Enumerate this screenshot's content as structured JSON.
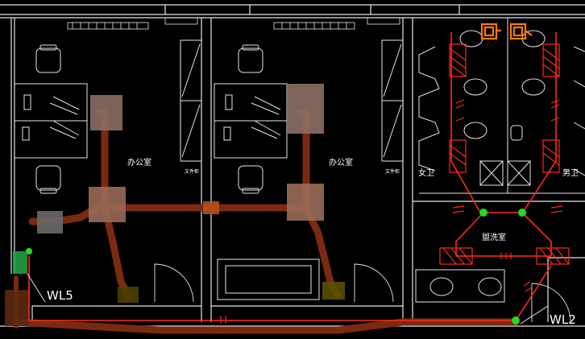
{
  "drawing": {
    "room_office_1": "办公室",
    "room_office_2": "办公室",
    "room_female_wc": "女卫",
    "room_male_wc": "男卫",
    "room_washroom": "盥洗室",
    "cabinet_label_1": "文件柜",
    "cabinet_label_2": "文件柜",
    "pipe_label_wl5": "WL5",
    "pipe_label_wl2": "WL2"
  },
  "colors": {
    "background": "#000000",
    "linework": "#e6e6e6",
    "pipe_red": "#ff2a1a",
    "pipe_brown": "#7a2a10",
    "node_green": "#22dd22",
    "highlight_orange": "#ff7a00"
  }
}
